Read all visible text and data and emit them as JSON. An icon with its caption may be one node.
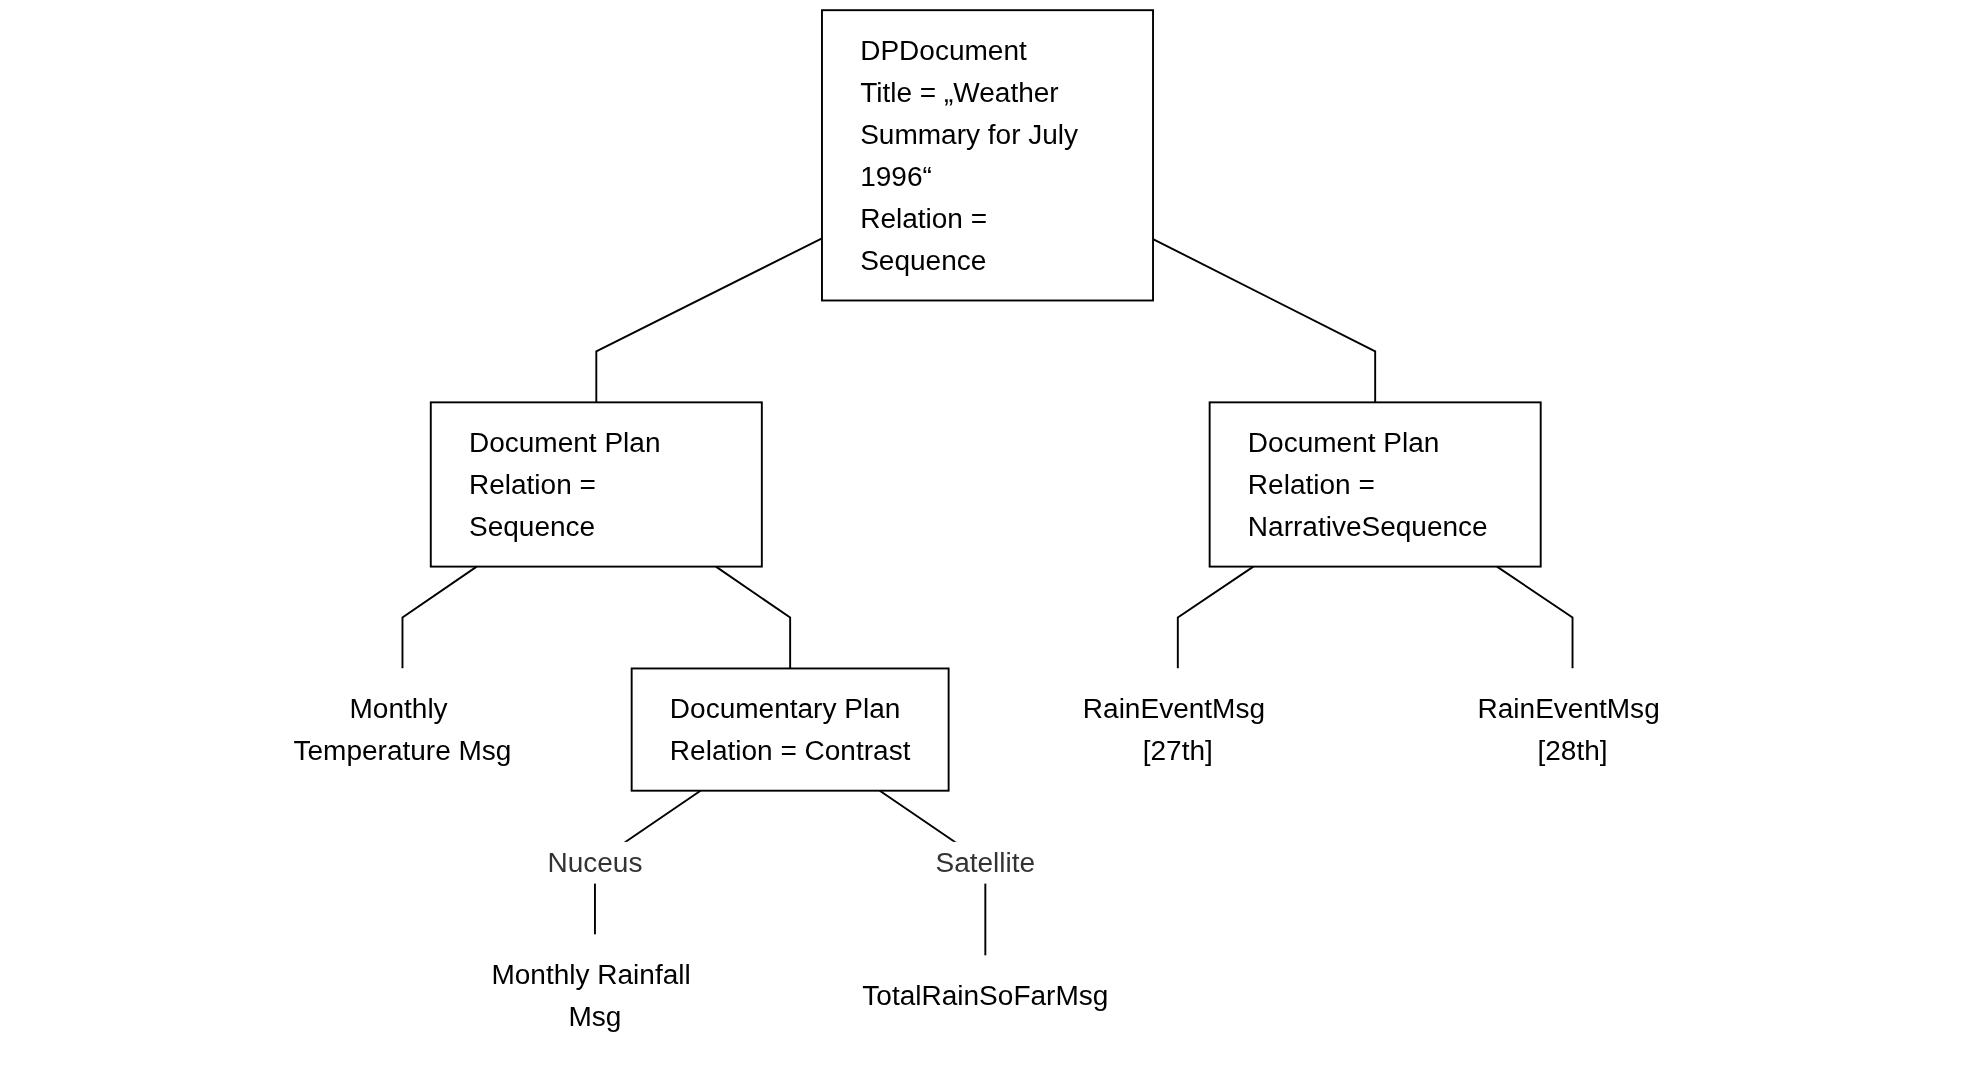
{
  "diagram": {
    "nodes": [
      {
        "text": [
          "DPDocument",
          "Title = „Weather Summary for July 1996“",
          "Relation = Sequence"
        ]
      },
      {
        "text": [
          "Document Plan",
          "Relation = Sequence"
        ]
      },
      {
        "text": [
          "Document Plan",
          "Relation = NarrativeSequence"
        ]
      },
      {
        "text": [
          "Monthly Temperature Msg"
        ]
      },
      {
        "text": [
          "Documentary Plan",
          "Relation = Contrast"
        ]
      },
      {
        "text": [
          "RainEventMsg [27th]"
        ]
      },
      {
        "text": [
          "RainEventMsg [28th]"
        ]
      },
      {
        "text": [
          "Monthly Rainfall Msg"
        ]
      },
      {
        "text": [
          "TotalRainSoFarMsg"
        ]
      }
    ],
    "edges": [
      {
        "from": 0,
        "to": 1,
        "arrow": "none"
      },
      {
        "from": 0,
        "to": 2,
        "arrow": "none"
      },
      {
        "from": 1,
        "to": 3,
        "arrow": "none"
      },
      {
        "from": 1,
        "to": 4,
        "arrow": "none"
      },
      {
        "from": 2,
        "to": 5,
        "arrow": "none"
      },
      {
        "from": 2,
        "to": 6,
        "arrow": "none"
      },
      {
        "from": 4,
        "to": 7,
        "arrow": "none",
        "label": "Nuceus"
      },
      {
        "from": 4,
        "to": 8,
        "arrow": "none",
        "label": "Satellite"
      }
    ]
  }
}
